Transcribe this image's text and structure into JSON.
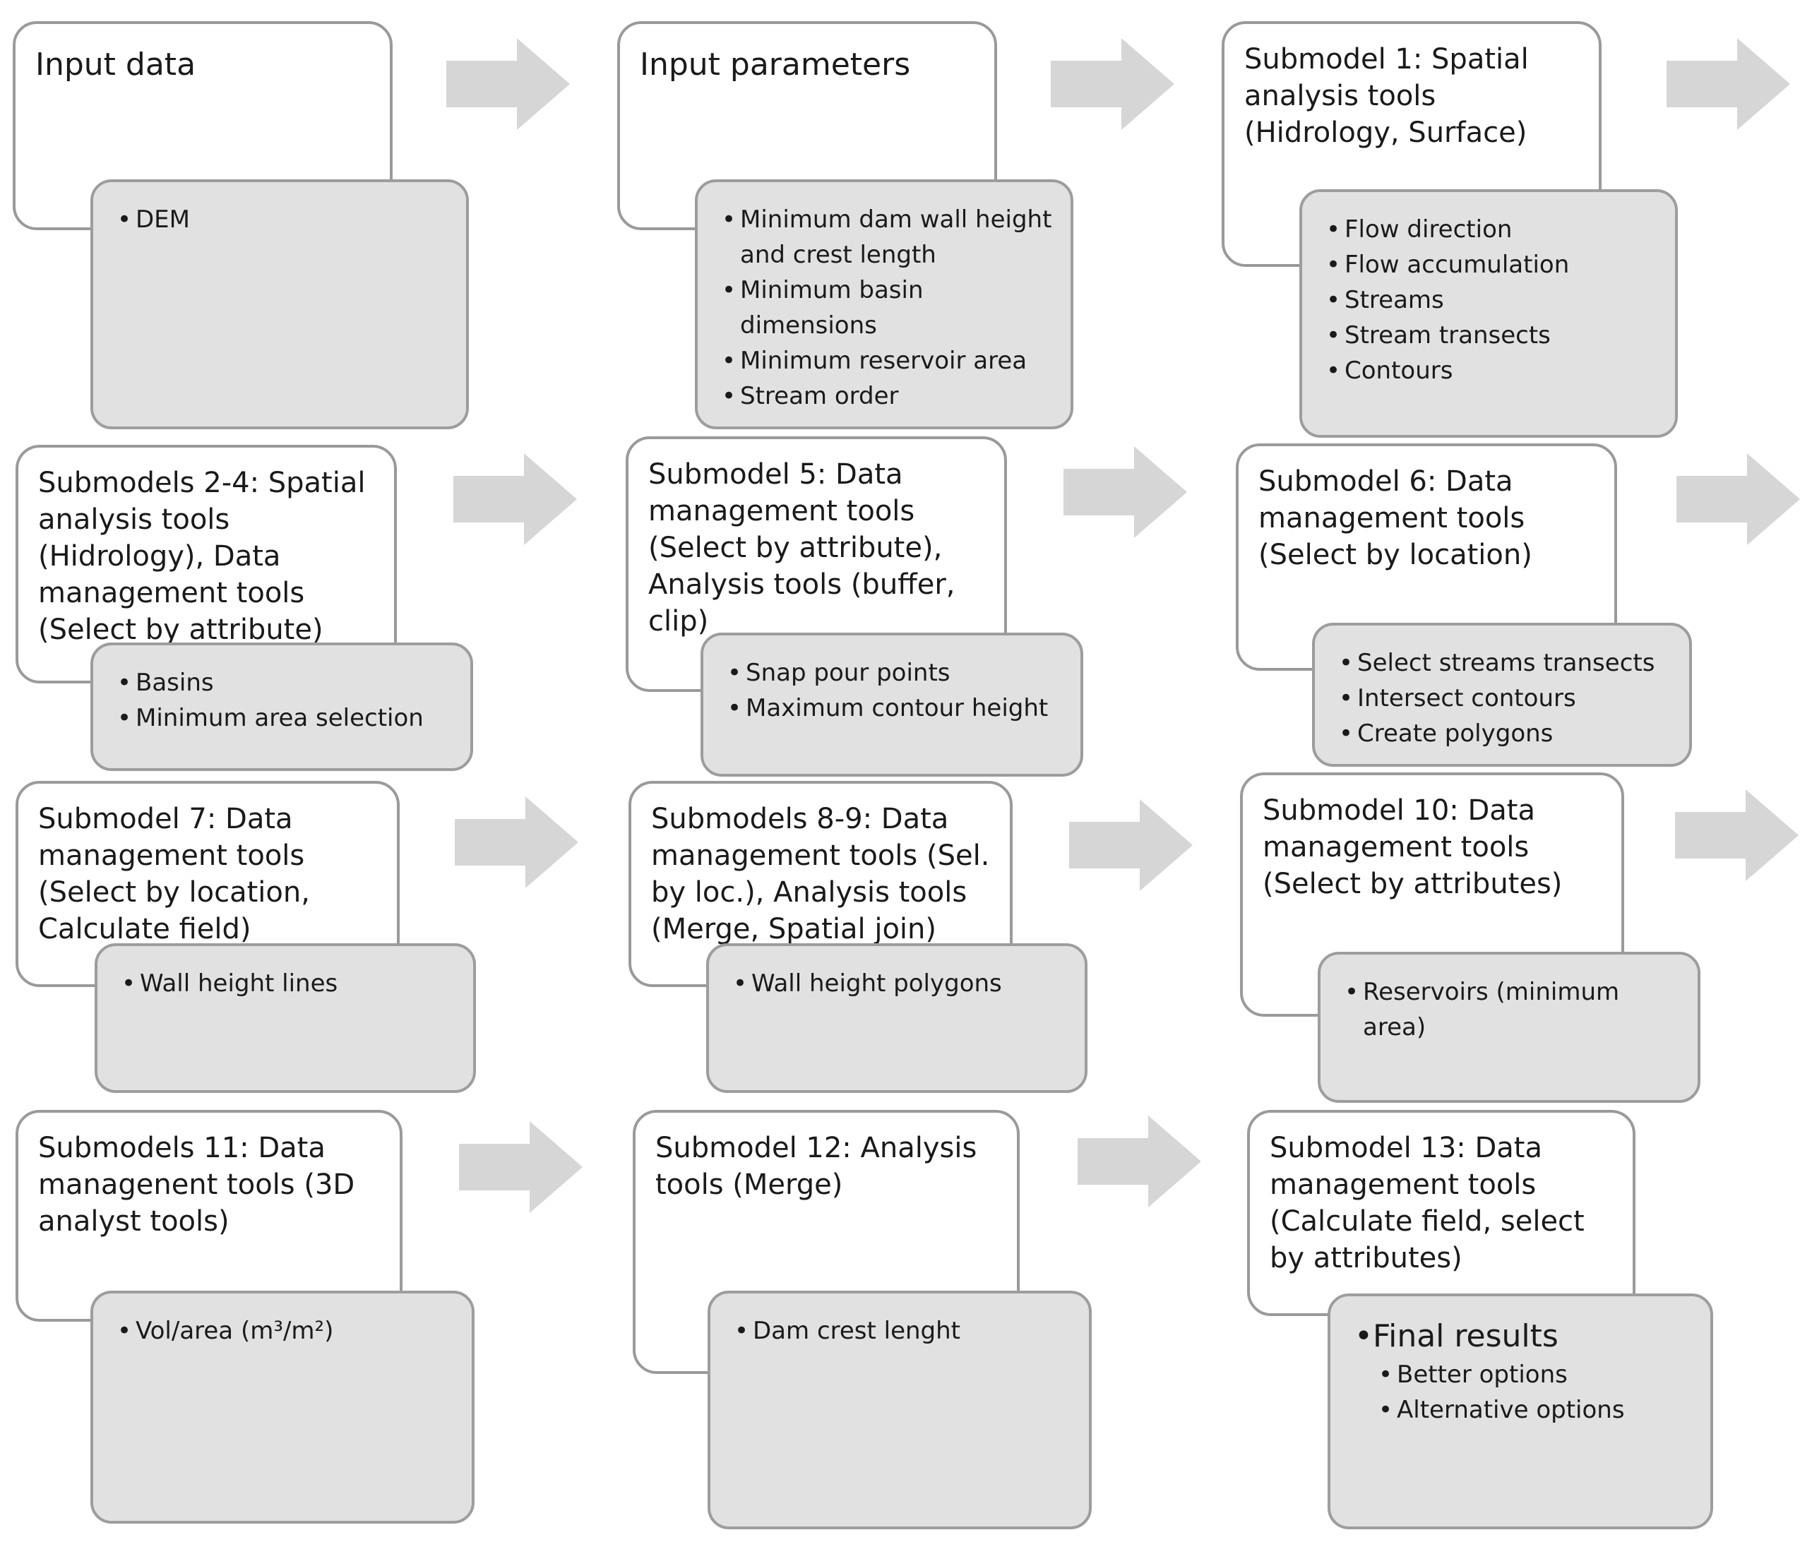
{
  "colors": {
    "header_fill": "#ffffff",
    "header_border": "#9a9a9a",
    "detail_fill": "#e1e1e1",
    "detail_border": "#9d9d9d",
    "arrow_fill": "#d6d6d6"
  },
  "steps": [
    {
      "title": "Input data",
      "items": [
        "DEM"
      ]
    },
    {
      "title": "Input parameters",
      "items": [
        "Minimum dam wall height and crest length",
        "Minimum basin dimensions",
        "Minimum reservoir area",
        "Stream order"
      ]
    },
    {
      "title": "Submodel 1: Spatial analysis tools (Hidrology, Surface)",
      "items": [
        "Flow direction",
        "Flow accumulation",
        "Streams",
        "Stream transects",
        "Contours"
      ]
    },
    {
      "title": "Submodels 2-4: Spatial analysis tools (Hidrology), Data management tools (Select by attribute)",
      "items": [
        "Basins",
        "Minimum area selection"
      ]
    },
    {
      "title": "Submodel 5: Data management tools (Select by attribute), Analysis tools (buffer, clip)",
      "items": [
        "Snap pour points",
        "Maximum contour height"
      ]
    },
    {
      "title": "Submodel 6: Data management tools (Select by location)",
      "items": [
        "Select streams transects",
        "Intersect contours",
        "Create polygons"
      ]
    },
    {
      "title": "Submodel 7: Data management tools (Select by location, Calculate field)",
      "items": [
        "Wall height lines"
      ]
    },
    {
      "title": "Submodels 8-9: Data management tools (Sel. by loc.), Analysis tools (Merge, Spatial join)",
      "items": [
        "Wall height polygons"
      ]
    },
    {
      "title": "Submodel 10: Data management tools (Select by attributes)",
      "items": [
        "Reservoirs (minimum area)"
      ]
    },
    {
      "title": "Submodels 11: Data managenent tools (3D analyst tools)",
      "items": [
        "Vol/area (m³/m²)"
      ]
    },
    {
      "title": "Submodel 12: Analysis tools (Merge)",
      "items": [
        "Dam crest lenght"
      ]
    },
    {
      "title": "Submodel 13: Data management tools (Calculate field, select by attributes)",
      "final_title": "Final results",
      "items": [
        "Better options",
        "Alternative options"
      ]
    }
  ]
}
